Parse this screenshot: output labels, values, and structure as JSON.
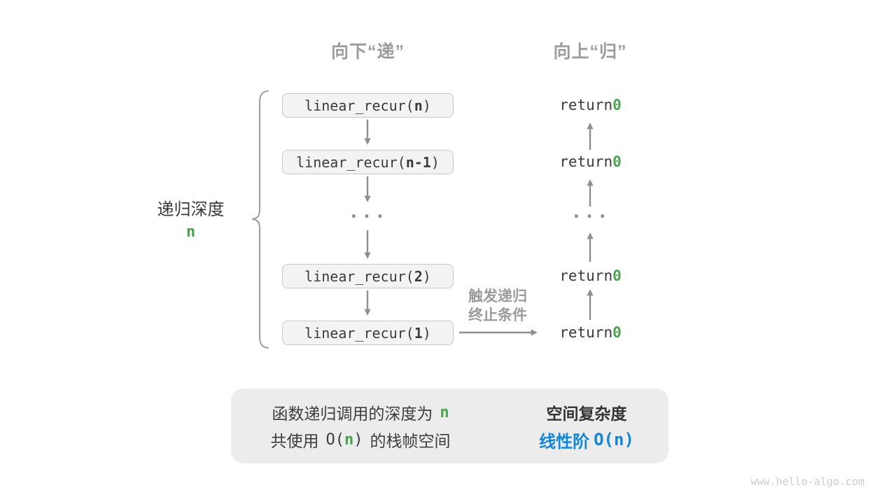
{
  "headers": {
    "down": "向下“递”",
    "up": "向上“归”"
  },
  "depth": {
    "label": "递归深度",
    "value": "n"
  },
  "stack": {
    "boxes": [
      {
        "pre": "linear_recur(",
        "arg": "n",
        "post": ")"
      },
      {
        "pre": "linear_recur(",
        "arg": "n-1",
        "post": ")"
      },
      {
        "pre": "linear_recur(",
        "arg": "2",
        "post": ")"
      },
      {
        "pre": "linear_recur(",
        "arg": "1",
        "post": ")"
      }
    ],
    "ellipsis": "..."
  },
  "returns": {
    "pre": "return ",
    "value": "0",
    "ellipsis": "..."
  },
  "trigger_note": {
    "line1": "触发递归",
    "line2": "终止条件"
  },
  "summary": {
    "left_line1_text": "函数递归调用的深度为",
    "left_line1_n": "n",
    "left_line2_a": "共使用",
    "left_line2_o": "O(",
    "left_line2_n": "n",
    "left_line2_c": ")",
    "left_line2_b": "的栈帧空间",
    "right_line1": "空间复杂度",
    "right_line2_zh": "线性阶",
    "right_line2_o": "O(",
    "right_line2_n": "n",
    "right_line2_c": ")"
  },
  "watermark": "www.hello-algo.com",
  "colors": {
    "green": "#4ca450",
    "blue": "#1187d5",
    "arrow_gray": "#8e8e8e",
    "label_gray": "#9c9c9c",
    "box_bg": "#f3f3f3",
    "summary_bg": "#ececec"
  }
}
